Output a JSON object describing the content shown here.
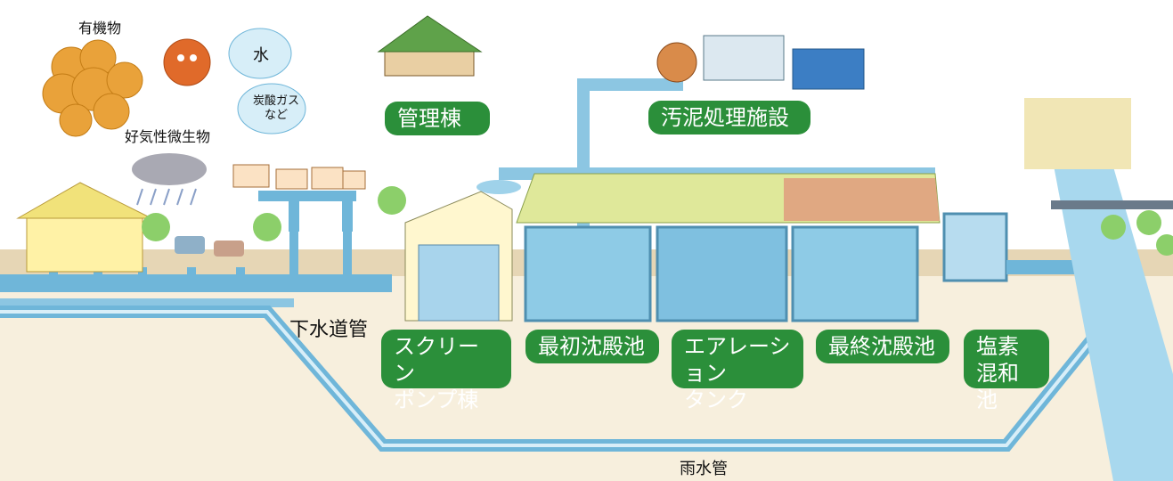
{
  "diagram": {
    "labels": {
      "organic_matter": "有機物",
      "aerobic_microbes": "好気性微生物",
      "water": "水",
      "co2_etc": "炭酸ガス\nなど",
      "sewer_pipe": "下水道管",
      "storm_pipe": "雨水管"
    },
    "facilities": {
      "admin_building": "管理棟",
      "sludge_facility": "汚泥処理施設",
      "screen_pump": "スクリーン\nポンプ棟",
      "primary_settling": "最初沈殿池",
      "aeration_tank": "エアレーション\nタンク",
      "final_settling": "最終沈殿池",
      "chlorine_tank": "塩素\n混和池"
    },
    "colors": {
      "label_green": "#2b8f3a",
      "pipe_blue": "#6fb6d9",
      "ground_beige": "#efe2c8",
      "deck_green": "#cfe3a0",
      "microbe_orange": "#e9a23a"
    }
  }
}
